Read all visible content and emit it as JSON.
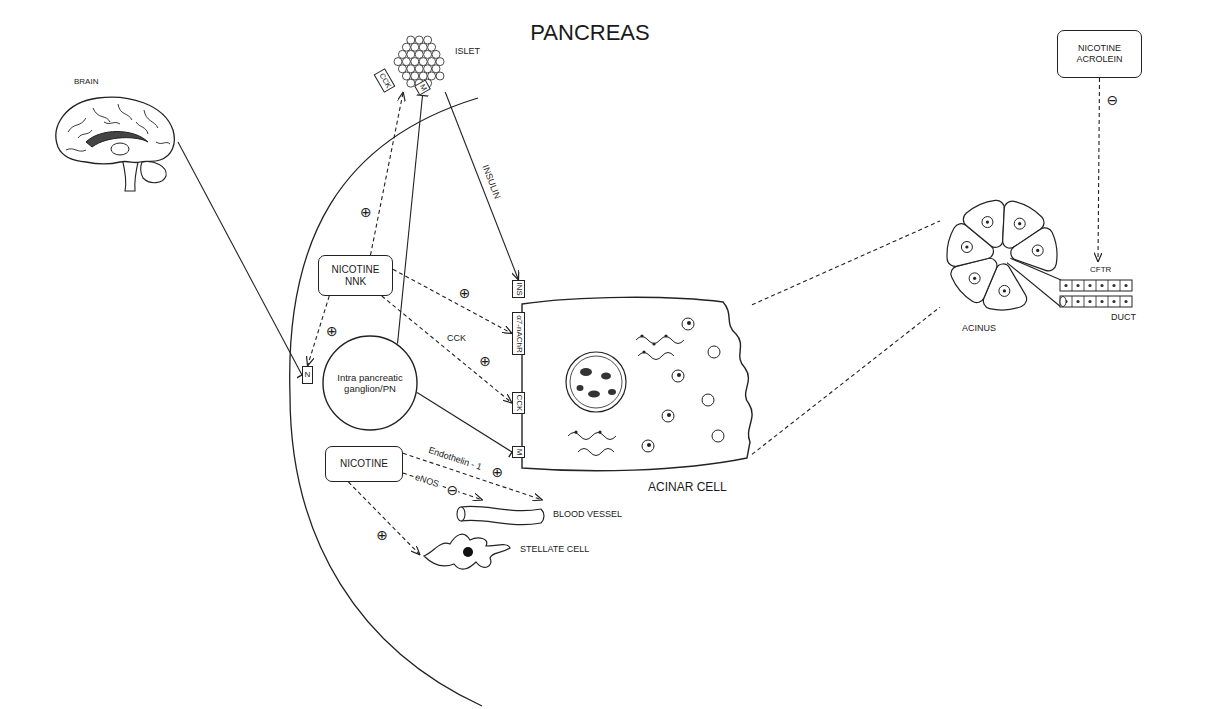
{
  "diagram": {
    "title": "PANCREAS",
    "nodes": [
      {
        "text": [
          "BRAIN"
        ]
      },
      {
        "text": [
          "ISLET"
        ]
      },
      {
        "text": [
          "CCK"
        ],
        "in": 1
      },
      {
        "text": [
          "M"
        ],
        "in": 1
      },
      {
        "text": [
          "NICOTINE",
          "NNK"
        ]
      },
      {
        "text": [
          "Intra pancreatic ganglion/PN"
        ]
      },
      {
        "text": [
          "N"
        ]
      },
      {
        "text": [
          "ACINAR CELL"
        ]
      },
      {
        "text": [
          "INS"
        ],
        "in": 7
      },
      {
        "text": [
          "α7-nAChR"
        ],
        "in": 7
      },
      {
        "text": [
          "CCK"
        ],
        "in": 7
      },
      {
        "text": [
          "M"
        ],
        "in": 7
      },
      {
        "text": [
          "NICOTINE"
        ]
      },
      {
        "text": [
          "BLOOD VESSEL"
        ]
      },
      {
        "text": [
          "STELLATE CELL"
        ]
      },
      {
        "text": [
          "NICOTINE",
          "ACROLEIN"
        ]
      },
      {
        "text": [
          "ACINUS"
        ]
      },
      {
        "text": [
          "CFTR",
          "DUCT"
        ]
      }
    ],
    "edges": [
      {
        "from": 0,
        "to": 6,
        "arrow": "none"
      },
      {
        "from": 4,
        "to": 1,
        "arrow": "to"
      },
      {
        "from": 4,
        "to": 6,
        "arrow": "to"
      },
      {
        "from": 4,
        "to": 9,
        "arrow": "to"
      },
      {
        "from": 4,
        "to": 10,
        "label": "CCK",
        "arrow": "to"
      },
      {
        "from": 5,
        "to": 3,
        "arrow": "none"
      },
      {
        "from": 5,
        "to": 11,
        "arrow": "none"
      },
      {
        "from": 1,
        "to": 8,
        "label": "INSULIN",
        "arrow": "to"
      },
      {
        "from": 12,
        "to": 13,
        "label": "Endothelin - 1",
        "arrow": "to"
      },
      {
        "from": 12,
        "to": 13,
        "label": "eNOS",
        "arrow": "to"
      },
      {
        "from": 12,
        "to": 14,
        "arrow": "to"
      },
      {
        "from": 7,
        "to": 16,
        "arrow": "none"
      },
      {
        "from": 7,
        "to": 16,
        "arrow": "none"
      },
      {
        "from": 15,
        "to": 17,
        "arrow": "to"
      }
    ],
    "labels": [
      "⊕",
      "⊖",
      "⊕",
      "⊕",
      "⊕",
      "⊕",
      "⊖",
      "⊕"
    ]
  }
}
